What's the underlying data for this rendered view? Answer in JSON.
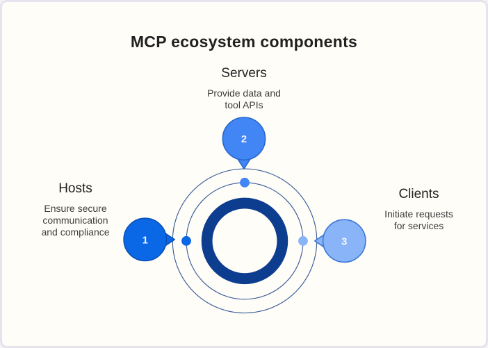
{
  "title": "MCP ecosystem components",
  "sections": {
    "servers": {
      "label": "Servers",
      "description": "Provide data and\ntool APIs"
    },
    "hosts": {
      "label": "Hosts",
      "description": "Ensure secure\ncommunication\nand compliance"
    },
    "clients": {
      "label": "Clients",
      "description": "Initiate requests\nfor services"
    }
  },
  "diagram": {
    "badges": [
      {
        "number": "1",
        "section": "Hosts",
        "fill": "#0a67e6",
        "stroke": "#0a4fb4",
        "text_color": "#eef4ff"
      },
      {
        "number": "2",
        "section": "Servers",
        "fill": "#4285f4",
        "stroke": "#2468cc",
        "text_color": "#eef4ff"
      },
      {
        "number": "3",
        "section": "Clients",
        "fill": "#8ab4f8",
        "stroke": "#3b76d6",
        "text_color": "#f4f8ff"
      }
    ],
    "dots": [
      {
        "position": "top",
        "fill": "#4285f4",
        "stroke": "#2a5ca8"
      },
      {
        "position": "left",
        "fill": "#0a67e6",
        "stroke": "#0a4fb4"
      },
      {
        "position": "right",
        "fill": "#8ab4f8",
        "stroke": "#3b76d6"
      }
    ],
    "colors": {
      "ring_thin": "#40639c",
      "ring_thick": "#0d3d8f"
    }
  }
}
